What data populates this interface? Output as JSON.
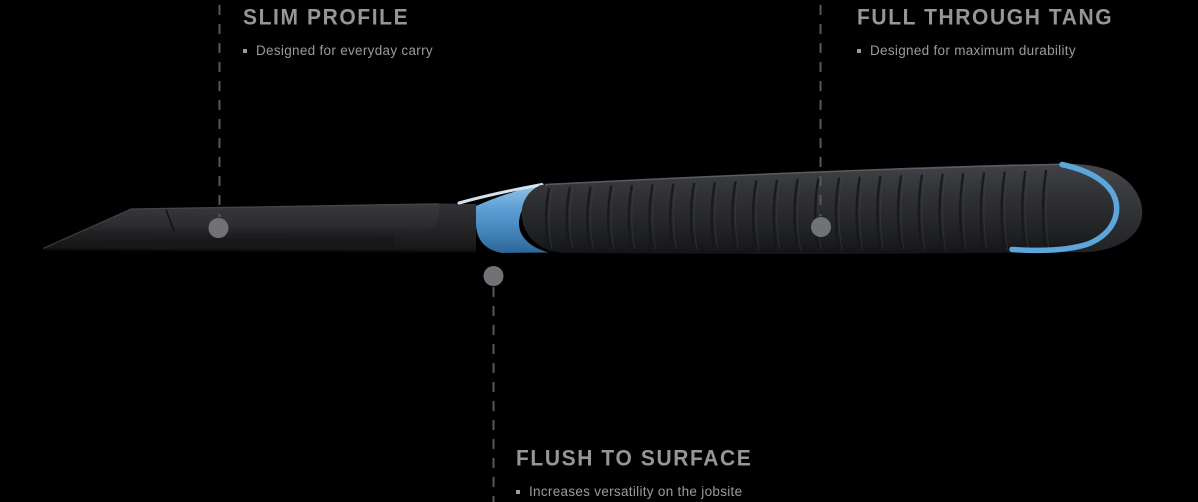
{
  "diagram": {
    "illustration": "utility-knife-side-view",
    "colors": {
      "background": "#000000",
      "text_gray": "#969799",
      "leader_gray": "#57585b",
      "marker_gray": "#717275",
      "accent_blue": "#5b9fd4",
      "accent_blue_highlight": "#ddeefb",
      "knife_body_dark": "#2a2b2e"
    },
    "callouts": [
      {
        "id": "slim-profile",
        "title": "SLIM PROFILE",
        "bullet": "Designed for everyday carry"
      },
      {
        "id": "full-through-tang",
        "title": "FULL THROUGH TANG",
        "bullet": "Designed for maximum durability"
      },
      {
        "id": "flush-to-surface",
        "title": "FLUSH TO SURFACE",
        "bullet": "Increases versatility on the jobsite"
      }
    ]
  }
}
